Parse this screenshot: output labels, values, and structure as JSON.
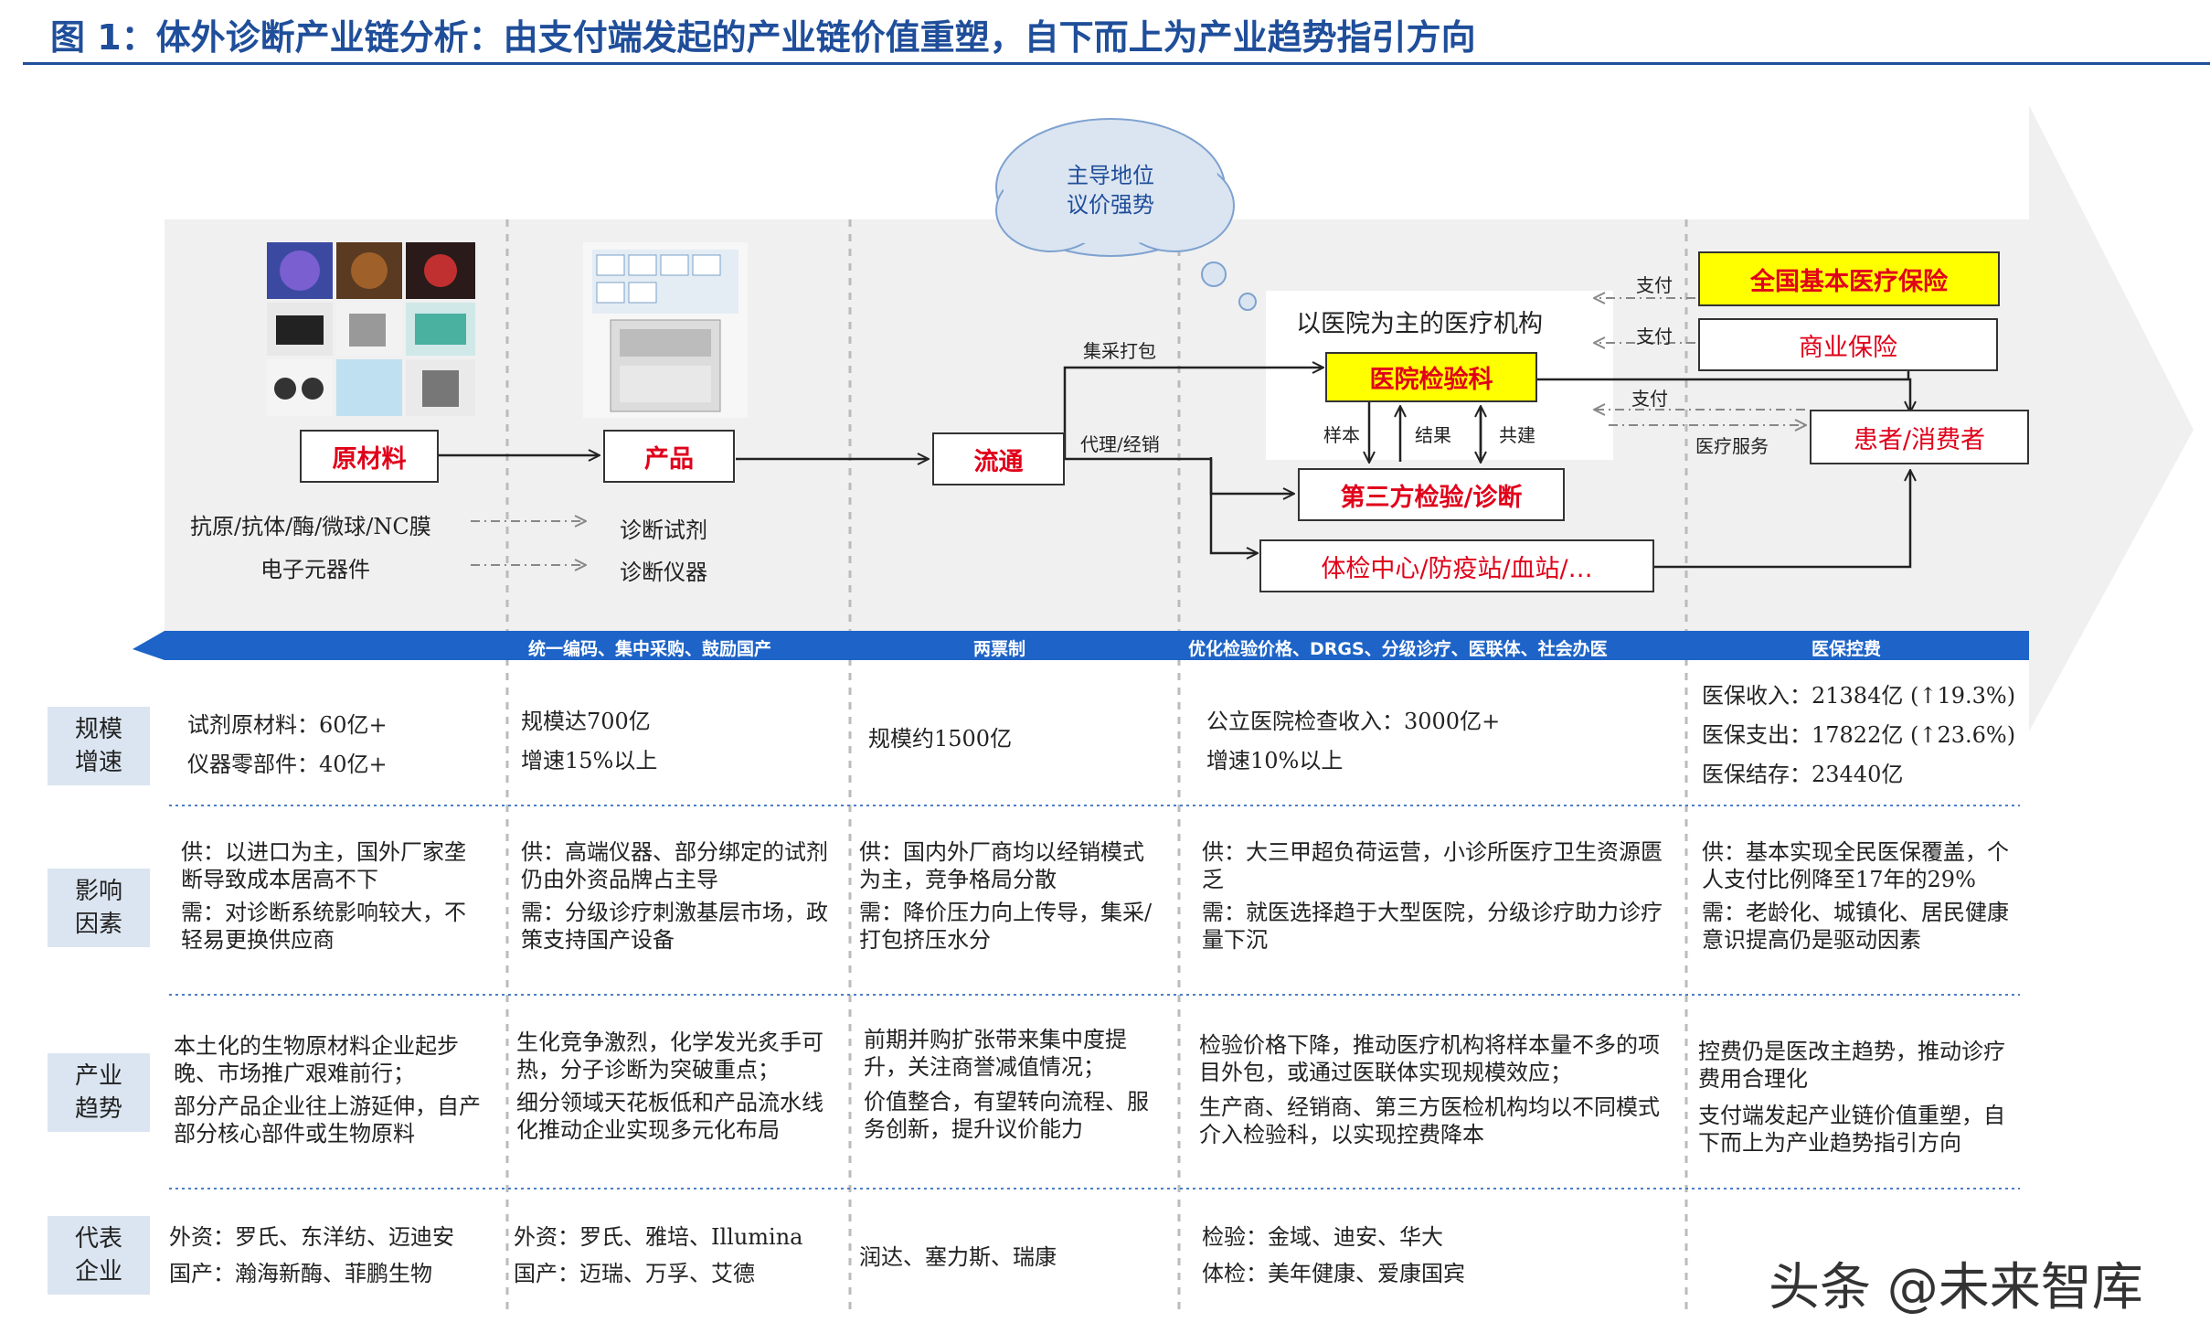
{
  "title": "图 1：体外诊断产业链分析：由支付端发起的产业链价值重塑，自下而上为产业趋势指引方向",
  "colors": {
    "title": "#1f4e9a",
    "band": "#1e64c8",
    "highlight": "#ffff00",
    "red_text": "#e0001a",
    "panel": "#f0f0f0"
  },
  "cloud": {
    "line1": "主导地位",
    "line2": "议价强势"
  },
  "chain": {
    "raw_material": "原材料",
    "product": "产品",
    "circulation": "流通",
    "hospital_lab": "医院检验科",
    "third_party": "第三方检验/诊断",
    "physical_exam": "体检中心/防疫站/血站/…",
    "national_insurance": "全国基本医疗保险",
    "commercial_insurance": "商业保险",
    "patient": "患者/消费者",
    "medical_institution": "以医院为主的医疗机构"
  },
  "flow_labels": {
    "centralized": "集采打包",
    "agent": "代理/经销",
    "sample": "样本",
    "result": "结果",
    "co_build": "共建",
    "pay1": "支付",
    "pay2": "支付",
    "pay3": "支付",
    "medical_service": "医疗服务"
  },
  "sub_items": {
    "raw1": "抗原/抗体/酶/微球/NC膜",
    "raw2": "电子元器件",
    "prod1": "诊断试剂",
    "prod2": "诊断仪器"
  },
  "band": {
    "col2": "统一编码、集中采购、鼓励国产",
    "col3": "两票制",
    "col4": "优化检验价格、DRGS、分级诊疗、医联体、社会办医",
    "col5": "医保控费"
  },
  "rows": [
    {
      "head": [
        "规模",
        "增速"
      ],
      "cells": [
        [
          "试剂原材料：60亿+",
          "仪器零部件：40亿+"
        ],
        [
          "规模达700亿",
          "增速15%以上"
        ],
        [
          "规模约1500亿"
        ],
        [
          "公立医院检查收入：3000亿+",
          "增速10%以上"
        ],
        [
          "医保收入：21384亿 (↑19.3%)",
          "医保支出：17822亿 (↑23.6%)",
          "医保结存：23440亿"
        ]
      ]
    },
    {
      "head": [
        "影响",
        "因素"
      ],
      "cells": [
        [
          "供：以进口为主，国外厂家垄断导致成本居高不下",
          "需：对诊断系统影响较大，不轻易更换供应商"
        ],
        [
          "供：高端仪器、部分绑定的试剂仍由外资品牌占主导",
          "需：分级诊疗刺激基层市场，政策支持国产设备"
        ],
        [
          "供：国内外厂商均以经销模式为主，竞争格局分散",
          "需：降价压力向上传导，集采/打包挤压水分"
        ],
        [
          "供：大三甲超负荷运营，小诊所医疗卫生资源匮乏",
          "需：就医选择趋于大型医院，分级诊疗助力诊疗量下沉"
        ],
        [
          "供：基本实现全民医保覆盖，个人支付比例降至17年的29%",
          "需：老龄化、城镇化、居民健康意识提高仍是驱动因素"
        ]
      ]
    },
    {
      "head": [
        "产业",
        "趋势"
      ],
      "cells": [
        [
          "本土化的生物原材料企业起步晚、市场推广艰难前行；",
          "部分产品企业往上游延伸，自产部分核心部件或生物原料"
        ],
        [
          "生化竞争激烈，化学发光炙手可热，分子诊断为突破重点；",
          "细分领域天花板低和产品流水线化推动企业实现多元化布局"
        ],
        [
          "前期并购扩张带来集中度提升，关注商誉减值情况；",
          "价值整合，有望转向流程、服务创新，提升议价能力"
        ],
        [
          "检验价格下降，推动医疗机构将样本量不多的项目外包，或通过医联体实现规模效应；",
          "生产商、经销商、第三方医检机构均以不同模式介入检验科，以实现控费降本"
        ],
        [
          "控费仍是医改主趋势，推动诊疗费用合理化",
          "支付端发起产业链价值重塑，自下而上为产业趋势指引方向"
        ]
      ]
    },
    {
      "head": [
        "代表",
        "企业"
      ],
      "cells": [
        [
          "外资：罗氏、东洋纺、迈迪安",
          "国产：瀚海新酶、菲鹏生物"
        ],
        [
          "外资：罗氏、雅培、Illumina",
          "国产：迈瑞、万孚、艾德"
        ],
        [
          "润达、塞力斯、瑞康"
        ],
        [
          "检验：金域、迪安、华大",
          "体检：美年健康、爱康国宾"
        ],
        []
      ]
    }
  ],
  "watermark": "头条 @未来智库"
}
